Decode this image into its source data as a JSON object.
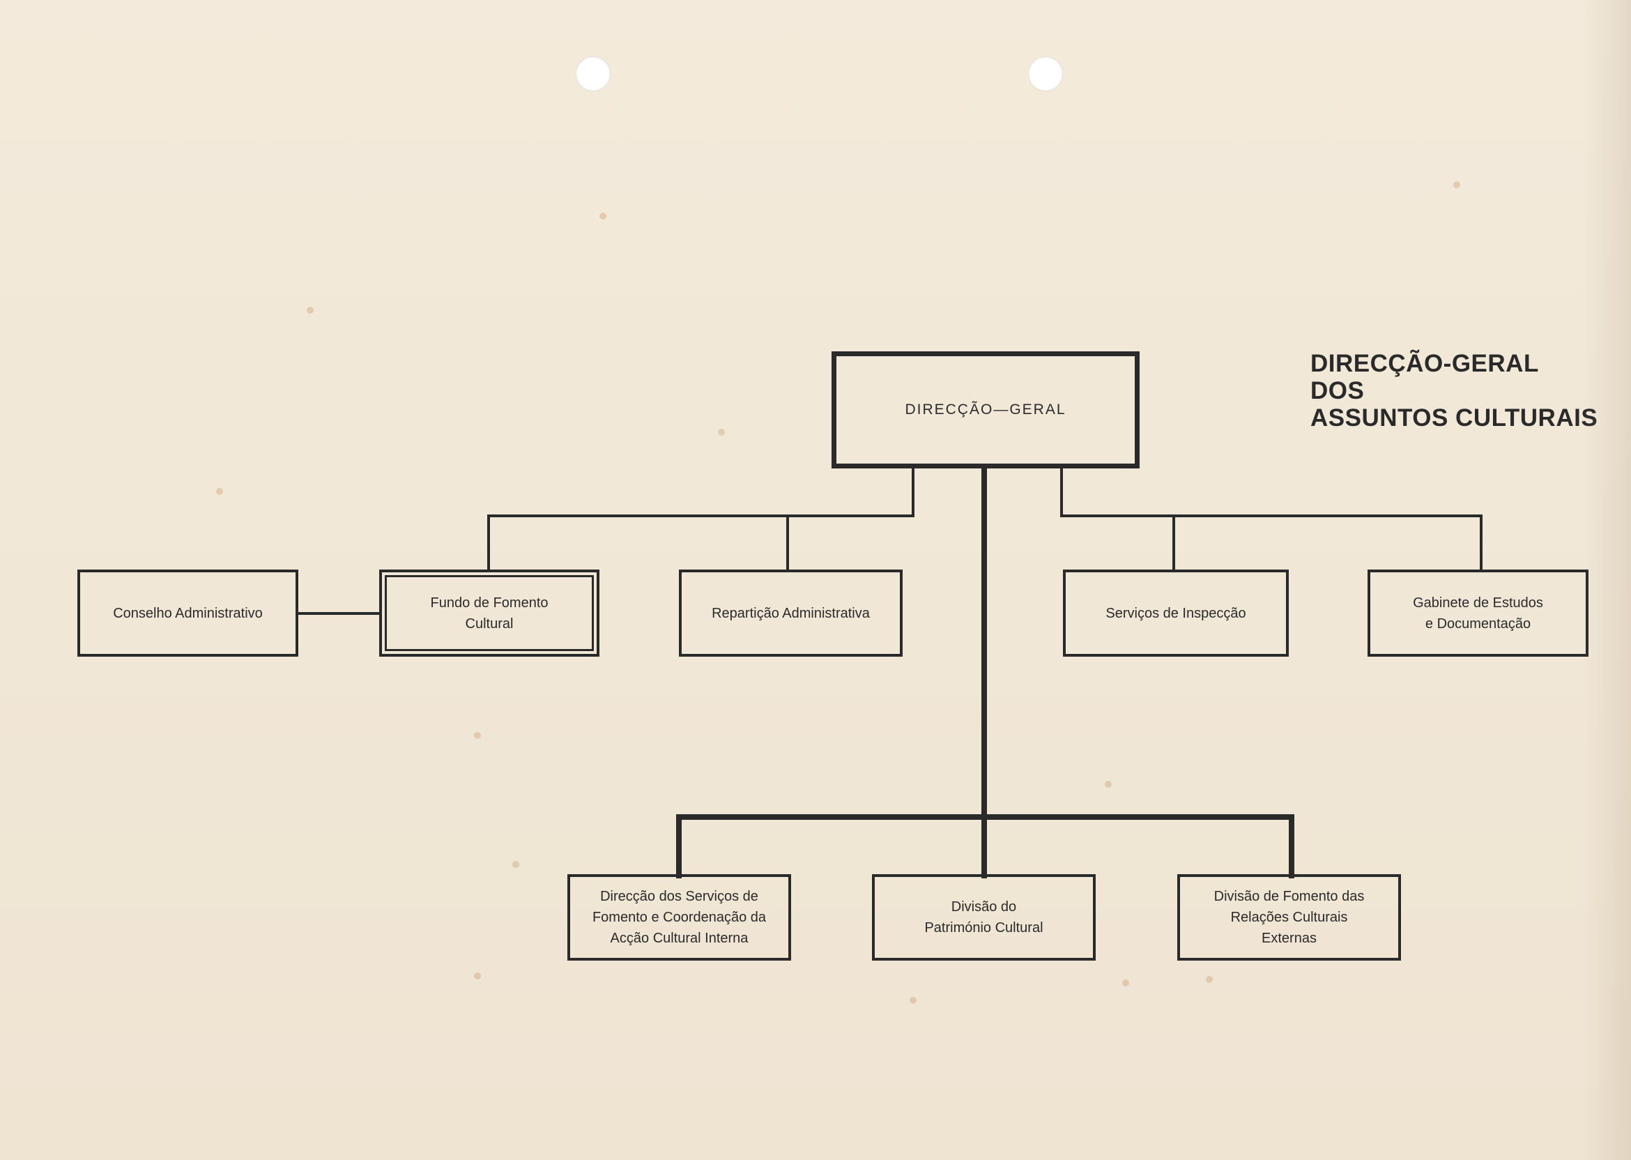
{
  "title": {
    "line1": "DIRECÇÃO-GERAL",
    "line2": "DOS",
    "line3": "ASSUNTOS CULTURAIS"
  },
  "nodes": {
    "direccao_geral": "DIRECÇÃO—GERAL",
    "conselho_administrativo": "Conselho Administrativo",
    "fundo_fomento_cultural": "Fundo de Fomento\nCultural",
    "reparticao_administrativa": "Repartição Administrativa",
    "servicos_inspeccao": "Serviços de Inspecção",
    "gabinete_estudos": "Gabinete de Estudos\ne Documentação",
    "direccao_servicos_fomento": "Direcção dos Serviços de\nFomento e Coordenação da\nAcção Cultural Interna",
    "divisao_patrimonio": "Divisão do\nPatrimónio Cultural",
    "divisao_relacoes_externas": "Divisão de Fomento das\nRelações Culturais\nExternas"
  },
  "colors": {
    "paper": "#f2e9d9",
    "ink": "#2a2a2a"
  }
}
